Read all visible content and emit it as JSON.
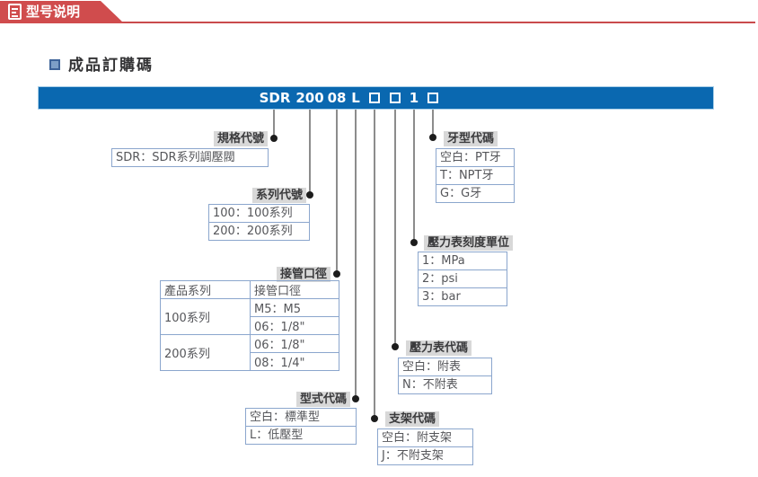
{
  "header": {
    "title": "型号说明",
    "banner_color": "#d04c4d",
    "underline_color": "#c94b4c"
  },
  "section": {
    "heading": "成品訂購碼"
  },
  "order_code": {
    "bar_color": "#0a68b0",
    "full_code": "SDR 200 08 L □ □ 1 □",
    "seg_spec": "SDR",
    "seg_series": "200",
    "seg_port": "08",
    "seg_type": "L",
    "seg_unit": "1"
  },
  "callouts": {
    "spec": {
      "label": "規格代號",
      "rows": [
        "SDR：SDR系列調壓閥"
      ]
    },
    "series": {
      "label": "系列代號",
      "rows": [
        "100：100系列",
        "200：200系列"
      ]
    },
    "port": {
      "label": "接管口徑",
      "table": {
        "headers": [
          "產品系列",
          "接管口徑"
        ],
        "groups": [
          {
            "name": "100系列",
            "values": [
              "M5：M5",
              "06：1/8\""
            ]
          },
          {
            "name": "200系列",
            "values": [
              "06：1/8\"",
              "08：1/4\""
            ]
          }
        ]
      }
    },
    "type": {
      "label": "型式代碼",
      "rows": [
        "空白：標準型",
        "L：低壓型"
      ]
    },
    "bracket": {
      "label": "支架代碼",
      "rows": [
        "空白：附支架",
        "J：不附支架"
      ]
    },
    "gauge": {
      "label": "壓力表代碼",
      "rows": [
        "空白：附表",
        "N：不附表"
      ]
    },
    "unit": {
      "label": "壓力表刻度單位",
      "rows": [
        "1：MPa",
        "2：psi",
        "3：bar"
      ]
    },
    "thread": {
      "label": "牙型代碼",
      "rows": [
        "空白：PT牙",
        "T：NPT牙",
        "G：G牙"
      ]
    }
  }
}
